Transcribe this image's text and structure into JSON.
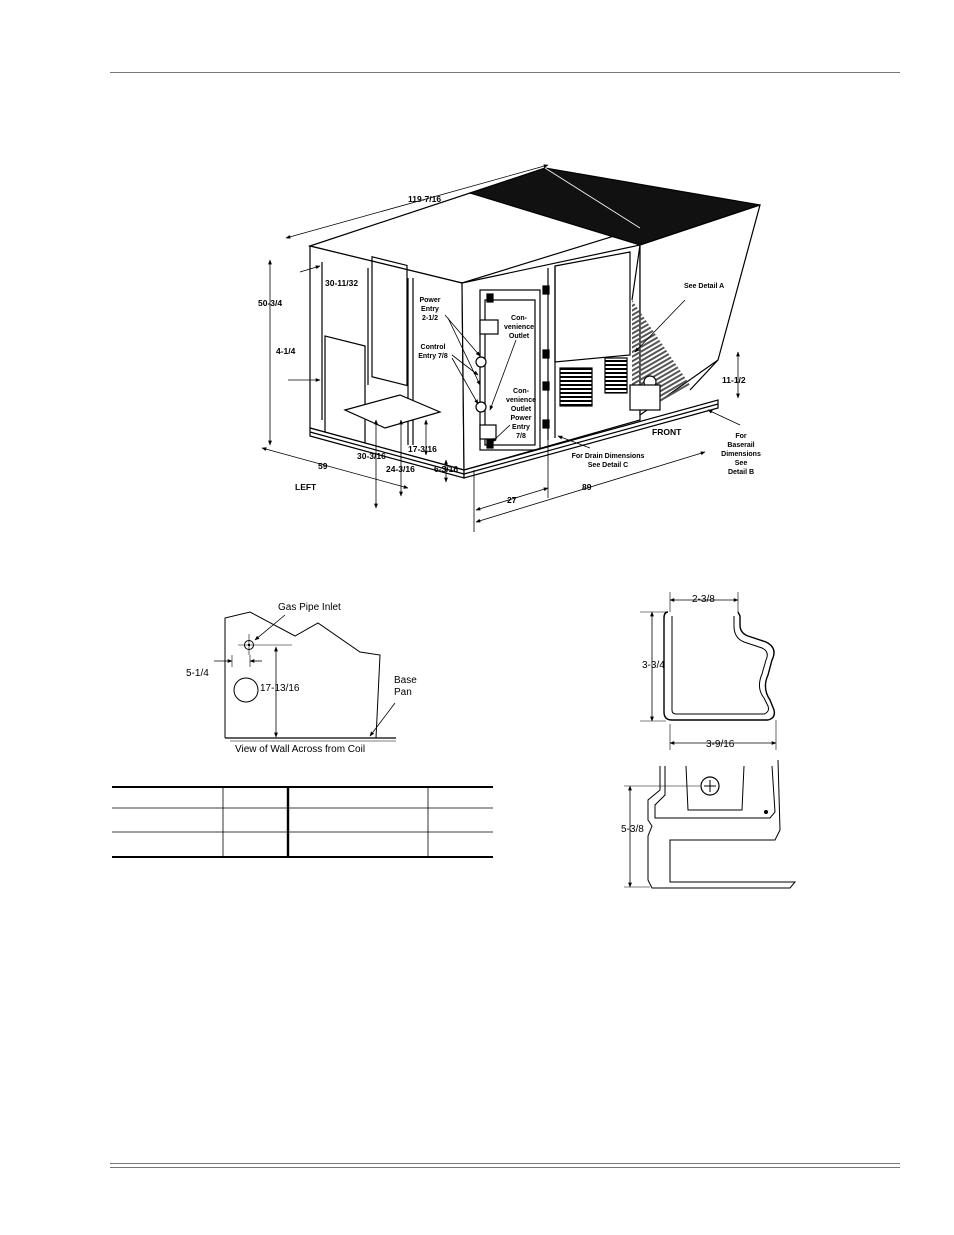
{
  "main_unit": {
    "dimensions": {
      "overall_length": "119-7/16",
      "height": "50-3/4",
      "top_to_panel": "30-11/32",
      "left_side_offset": "4-1/4",
      "depth": "59",
      "left_depth_a": "30-3/16",
      "left_depth_b": "24-3/16",
      "left_depth_c": "17-3/16",
      "left_depth_d": "6-3/16",
      "front_a": "27",
      "front_b": "89",
      "hood_height": "11-1/2"
    },
    "callouts": {
      "power_entry": [
        "Power",
        "Entry",
        "2-1/2"
      ],
      "control_entry": [
        "Control",
        "Entry 7/8"
      ],
      "convenience_outlet": [
        "Con-",
        "venience",
        "Outlet"
      ],
      "outlet_power_entry": [
        "Con-",
        "venience",
        "Outlet",
        "Power",
        "Entry",
        "7/8"
      ],
      "see_detail_a": "See Detail A",
      "drain": [
        "For Drain Dimensions",
        "See Detail C"
      ],
      "baserail": [
        "For",
        "Baserail",
        "Dimensions",
        "See",
        "Detail B"
      ]
    },
    "views": {
      "front": "FRONT",
      "left": "LEFT"
    }
  },
  "detail_gas": {
    "gas_pipe_inlet": "Gas Pipe Inlet",
    "horizontal_dim": "5-1/4",
    "vertical_dim": "17-13/16",
    "base_pan": [
      "Base",
      "Pan"
    ],
    "caption": "View of Wall Across from Coil"
  },
  "detail_baserail": {
    "top_width": "2-3/8",
    "height": "3-3/4",
    "bottom_width": "3-9/16"
  },
  "detail_drain": {
    "height": "5-3/8"
  },
  "colors": {
    "line": "#000000",
    "rule": "#777777",
    "roof_panel": "#111111"
  }
}
